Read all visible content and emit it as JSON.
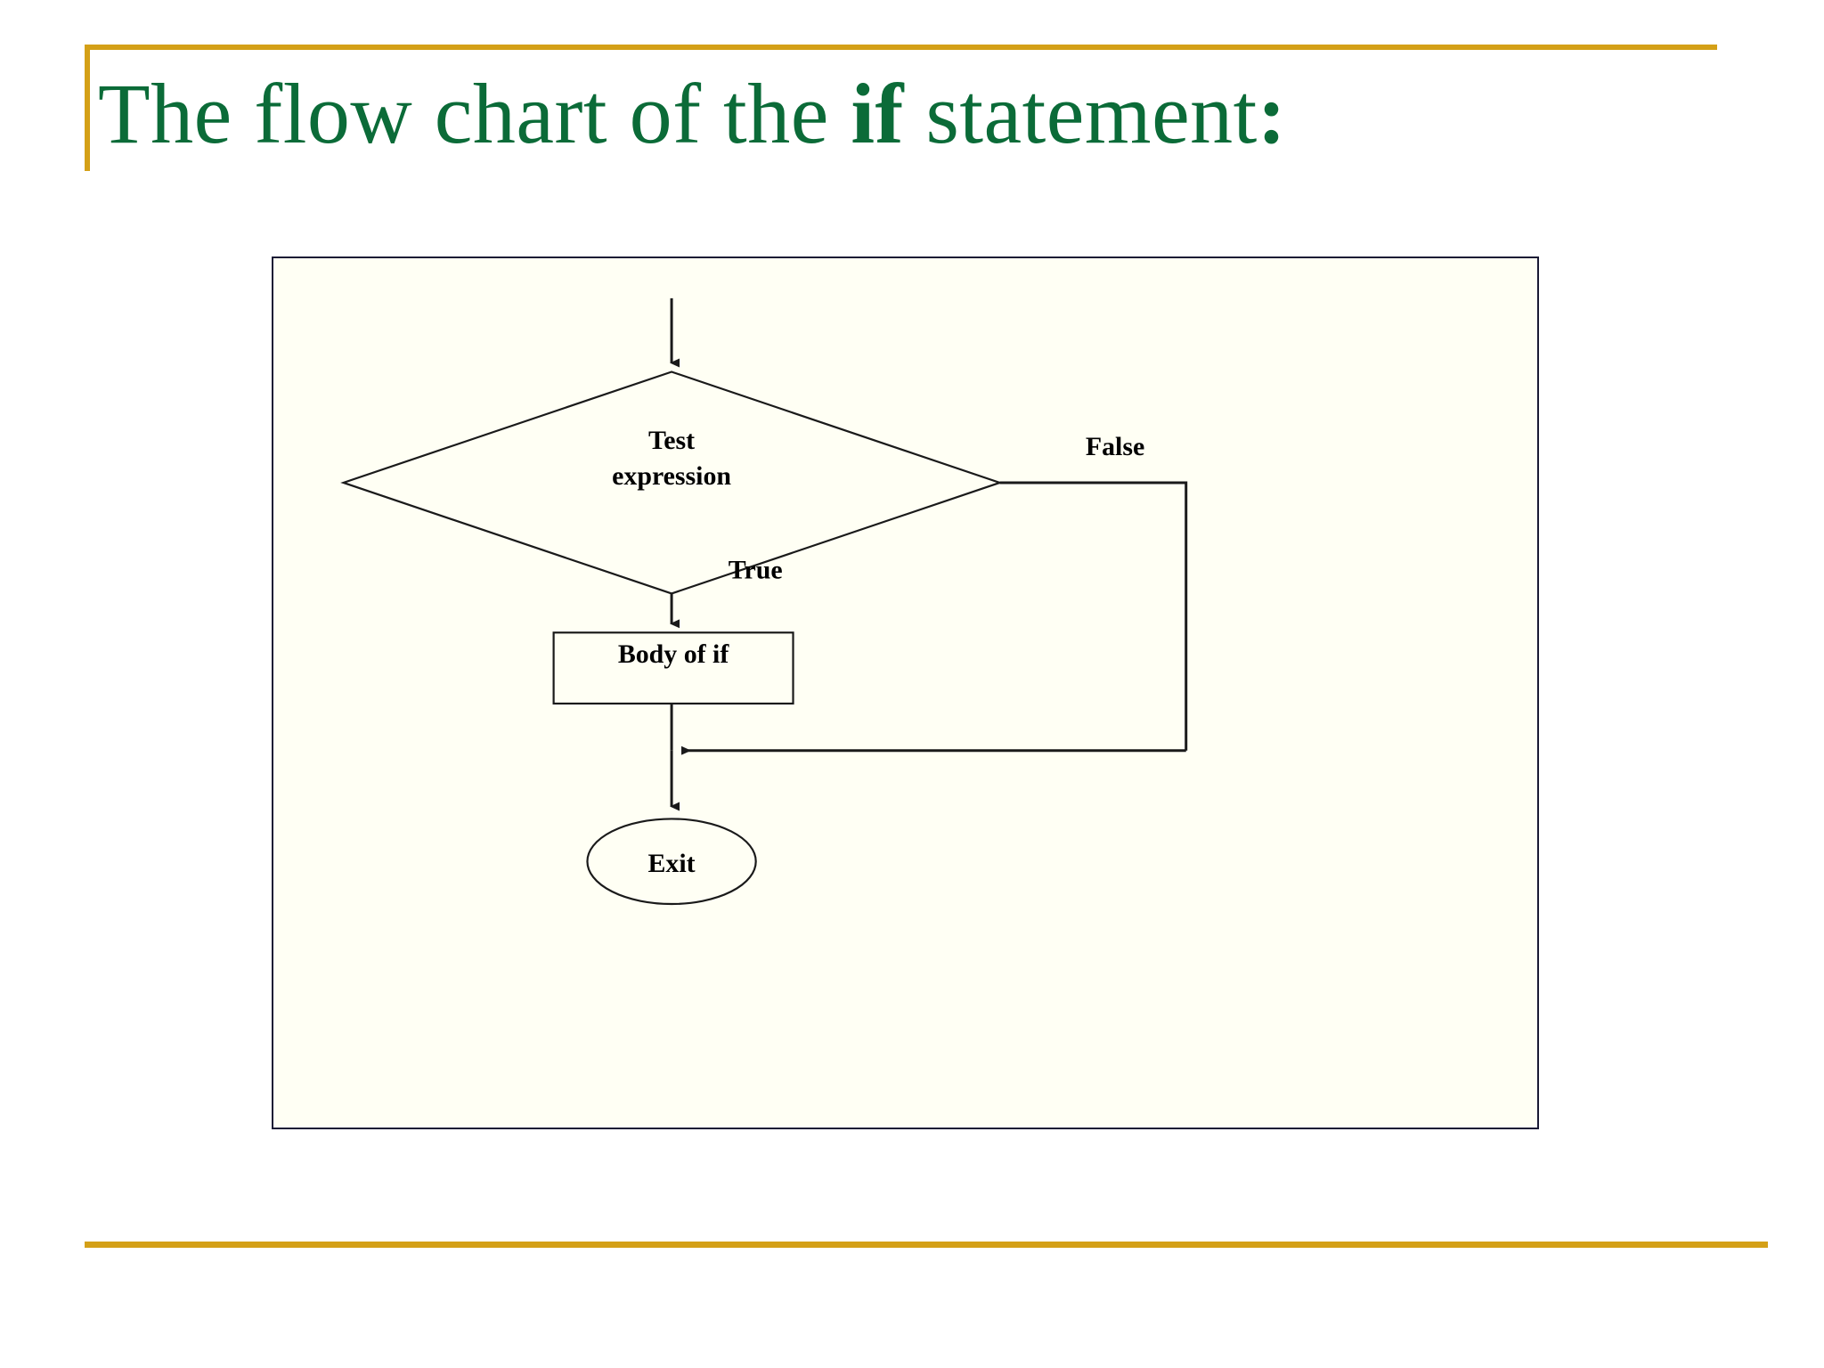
{
  "slide": {
    "title_prefix": "The flow chart of the ",
    "title_keyword": "if",
    "title_suffix": " statement",
    "title_colon": ":",
    "title_full": "The flow chart of the if statement:",
    "accent_gold": "#d4a017",
    "title_green": "#0b6b38",
    "frame_border": "#1b1b35",
    "frame_fill": "#fffff4",
    "ink": "#1a1a1a"
  },
  "chart_data": {
    "type": "diagram",
    "title": "The flow chart of the if statement:",
    "diagram_kind": "flowchart",
    "nodes": [
      {
        "id": "entry",
        "shape": "arrow-in",
        "label": ""
      },
      {
        "id": "test",
        "shape": "diamond",
        "label_line1": "Test",
        "label_line2": "expression",
        "label": "Test expression"
      },
      {
        "id": "body",
        "shape": "rectangle",
        "label": "Body of if"
      },
      {
        "id": "merge",
        "shape": "junction",
        "label": ""
      },
      {
        "id": "exit",
        "shape": "ellipse",
        "label": "Exit"
      }
    ],
    "edges": [
      {
        "from": "entry",
        "to": "test",
        "label": "",
        "direction": "down"
      },
      {
        "from": "test",
        "to": "body",
        "label": "True",
        "direction": "down"
      },
      {
        "from": "test",
        "to": "merge",
        "label": "False",
        "direction": "right-down-left"
      },
      {
        "from": "body",
        "to": "merge",
        "label": "",
        "direction": "down"
      },
      {
        "from": "merge",
        "to": "exit",
        "label": "",
        "direction": "down"
      }
    ],
    "labels": {
      "test_line1": "Test",
      "test_line2": "expression",
      "branch_true": "True",
      "branch_false": "False",
      "body": "Body of if",
      "exit": "Exit"
    }
  }
}
